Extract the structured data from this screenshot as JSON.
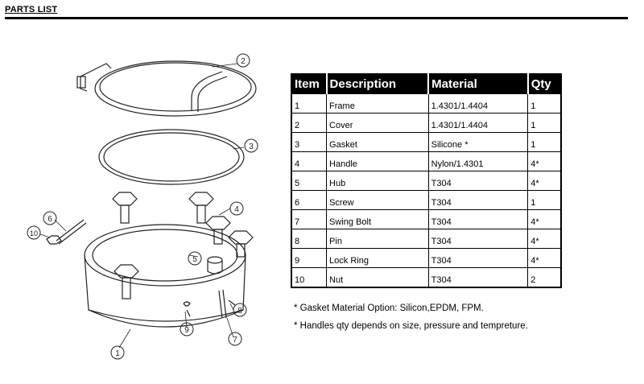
{
  "page": {
    "heading": "PARTS LIST"
  },
  "table": {
    "headers": [
      "Item",
      "Description",
      "Material",
      "Qty"
    ],
    "rows": [
      [
        "1",
        "Frame",
        "1.4301/1.4404",
        "1"
      ],
      [
        "2",
        "Cover",
        "1.4301/1.4404",
        "1"
      ],
      [
        "3",
        "Gasket",
        "Silicone *",
        "1"
      ],
      [
        "4",
        "Handle",
        "Nylon/1.4301",
        "4*"
      ],
      [
        "5",
        "Hub",
        "T304",
        "4*"
      ],
      [
        "6",
        "Screw",
        "T304",
        "1"
      ],
      [
        "7",
        "Swing Bolt",
        "T304",
        "4*"
      ],
      [
        "8",
        "Pin",
        "T304",
        "4*"
      ],
      [
        "9",
        "Lock Ring",
        "T304",
        "4*"
      ],
      [
        "10",
        "Nut",
        "T304",
        "2"
      ]
    ]
  },
  "notes": [
    "* Gasket Material Option: Silicon,EPDM, FPM.",
    "* Handles qty depends on size, pressure and tempreture."
  ],
  "diagram": {
    "callouts": [
      "1",
      "2",
      "3",
      "4",
      "5",
      "6",
      "7",
      "8",
      "9",
      "10"
    ]
  }
}
